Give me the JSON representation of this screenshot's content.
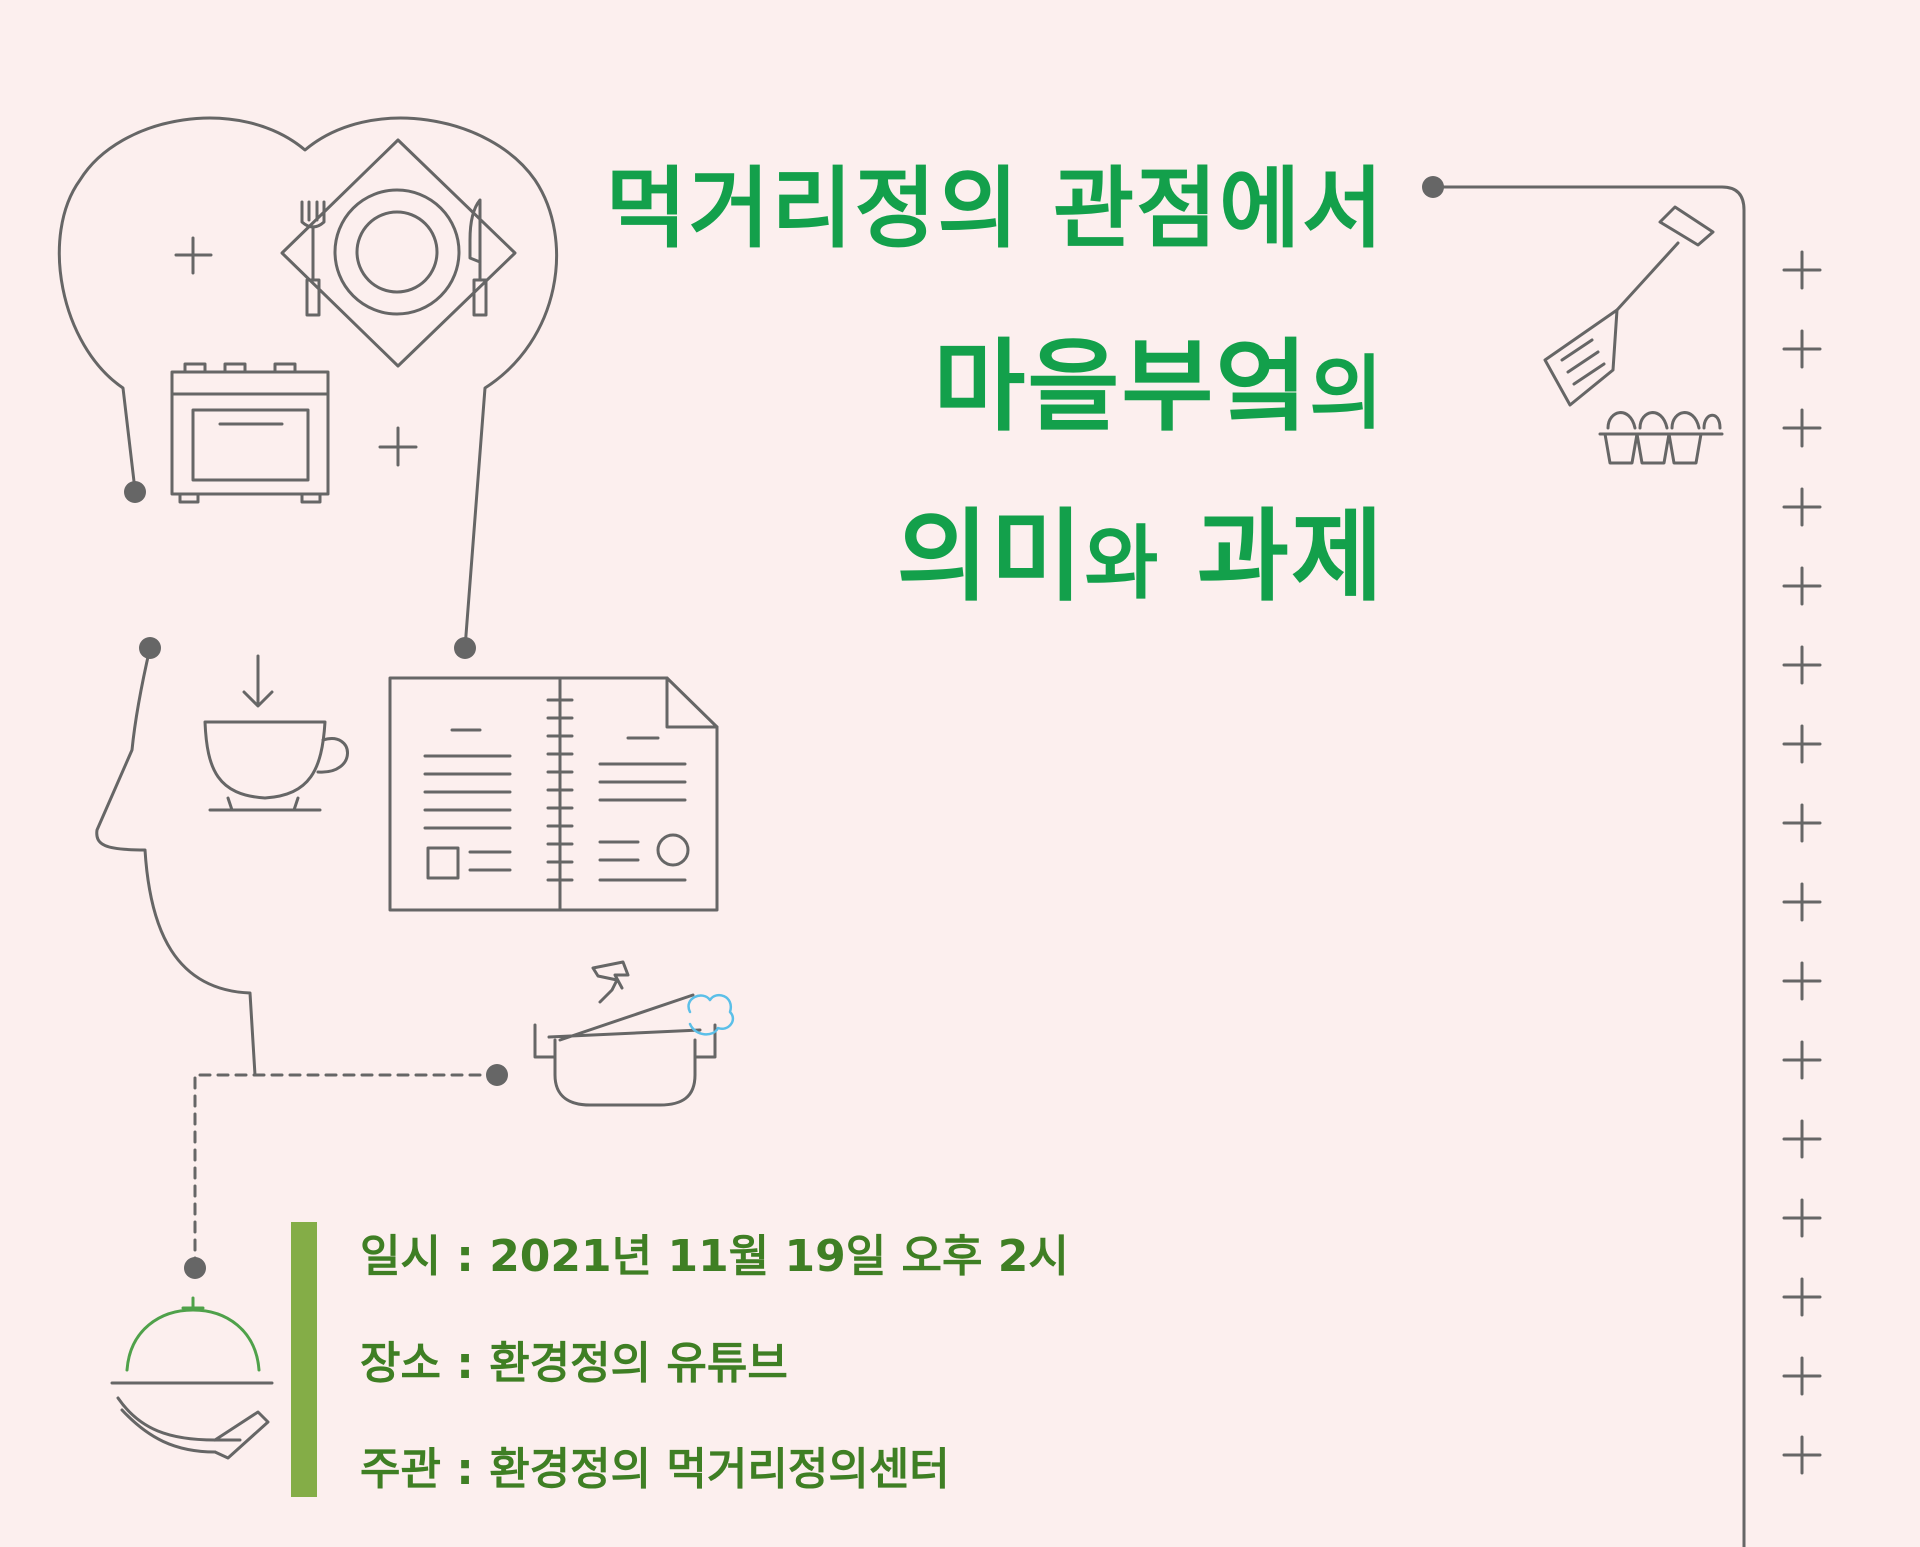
{
  "title": {
    "line1": "먹거리정의 관점에서",
    "line2_main": "마을부엌",
    "line2_suffix": "의",
    "line3_a": "의미",
    "line3_b": "와",
    "line3_c": " 과제"
  },
  "info": {
    "date": "일시 : 2021년 11월 19일 오후 2시",
    "place": "장소 : 환경정의 유튜브",
    "host": "주관 : 환경정의 먹거리정의센터"
  },
  "colors": {
    "background": "#fcefee",
    "title_green": "#13a04b",
    "info_green": "#3f7f24",
    "bar_green": "#84ad47",
    "line_gray": "#666666",
    "steam_blue": "#5bbfe8"
  },
  "icons": [
    "plate-setting-icon",
    "oven-icon",
    "coffee-cup-icon",
    "recipe-book-icon",
    "cooking-pot-icon",
    "serving-cloche-icon",
    "spatula-icon",
    "egg-carton-icon",
    "plus-icon"
  ]
}
